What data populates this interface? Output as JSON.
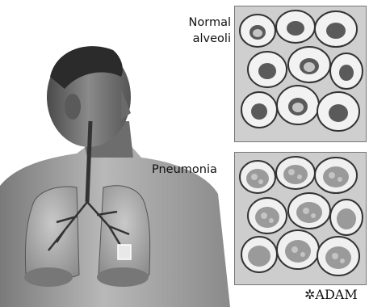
{
  "labels": {
    "normal_line1": "Normal",
    "normal_line2": "alveoli",
    "pneumonia": "Pneumonia"
  },
  "logo": {
    "text": "ADAM",
    "icon": "asterisk-star-icon"
  },
  "colors": {
    "line": "#333333",
    "shade_dark": "#555555",
    "shade_light": "#e6e6e6"
  }
}
